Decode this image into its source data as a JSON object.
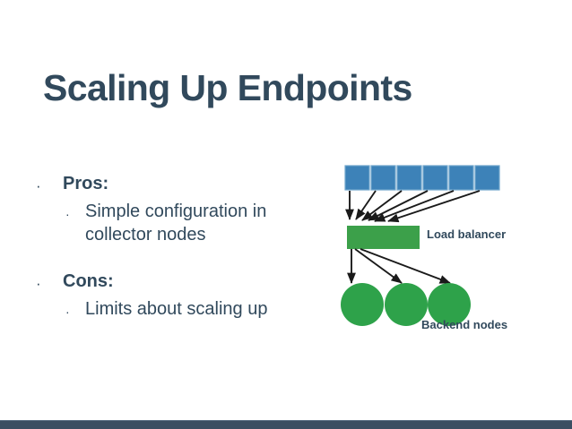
{
  "slide": {
    "title": "Scaling Up Endpoints",
    "background_color": "#ffffff",
    "title_color": "#31495c",
    "accent_bar_color": "#3a4e62"
  },
  "bullets": [
    {
      "level": 1,
      "marker": "·",
      "text": "Pros:",
      "bold": true
    },
    {
      "level": 2,
      "marker": "·",
      "text": "Simple configuration in collector nodes",
      "bold": false
    },
    {
      "level": 1,
      "marker": "·",
      "text": "Cons:",
      "bold": true
    },
    {
      "level": 2,
      "marker": "·",
      "text": "Limits about scaling up",
      "bold": false
    }
  ],
  "diagram": {
    "collector_nodes": {
      "count": 6,
      "shape": "square",
      "color": "#3d82b8"
    },
    "load_balancer": {
      "label": "Load balancer",
      "shape": "rectangle",
      "color": "#3ca04a"
    },
    "backend_nodes": {
      "label": "Backend nodes",
      "count": 3,
      "shape": "circle",
      "color": "#2ea24a"
    },
    "arrow_color": "#1a1a1a"
  }
}
